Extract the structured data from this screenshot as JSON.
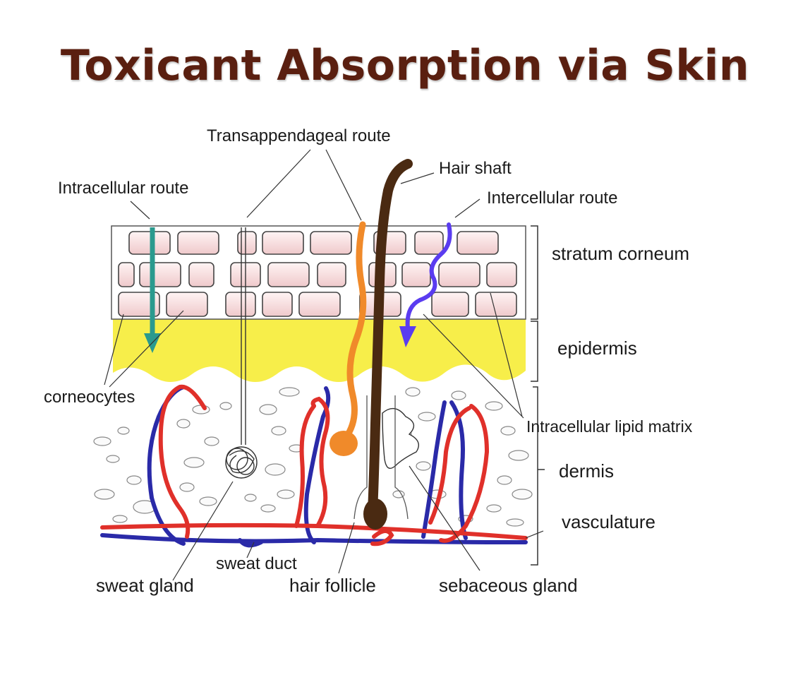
{
  "title": "Toxicant Absorption via Skin",
  "labels": {
    "transappendageal_route": "Transappendageal route",
    "hair_shaft": "Hair shaft",
    "intracellular_route": "Intracellular route",
    "intercellular_route": "Intercellular route",
    "stratum_corneum": "stratum corneum",
    "epidermis": "epidermis",
    "corneocytes": "corneocytes",
    "intracellular_lipid_matrix": "Intracellular lipid matrix",
    "dermis": "dermis",
    "vasculature": "vasculature",
    "sweat_duct": "sweat duct",
    "sweat_gland": "sweat gland",
    "hair_follicle": "hair follicle",
    "sebaceous_gland": "sebaceous gland"
  },
  "colors": {
    "title": "#5a1f10",
    "epidermis": "#f7ee4a",
    "corneocyte_fill": "#f7dcdc",
    "intracellular_arrow": "#2a9a8e",
    "transappendageal_route": "#f08a2a",
    "intercellular_route": "#5a3cf0",
    "hair": "#4a2a12",
    "artery": "#e0302a",
    "vein": "#2a2aa8"
  }
}
